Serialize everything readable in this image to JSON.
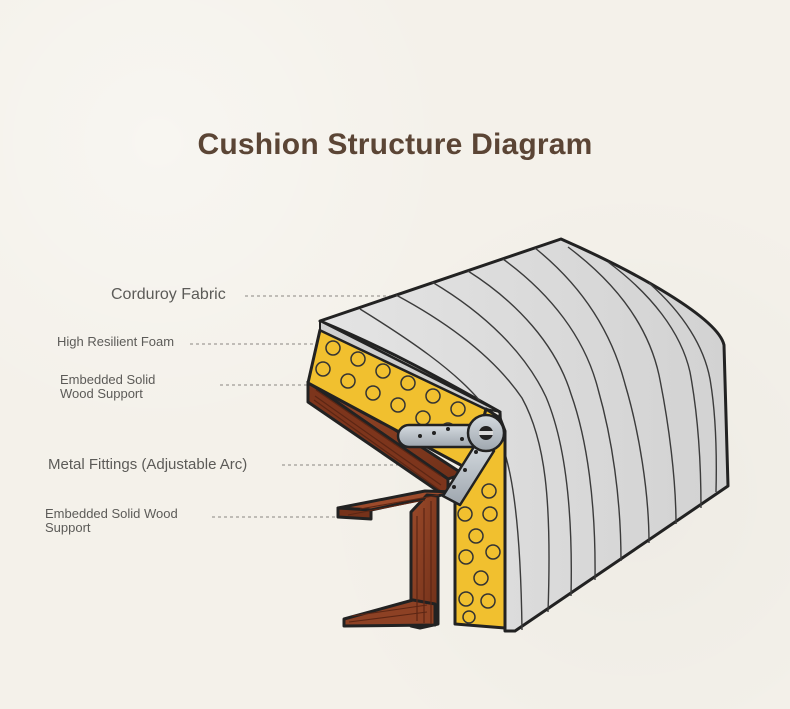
{
  "title": "Cushion Structure Diagram",
  "labels": {
    "fabric": "Corduroy Fabric",
    "foam": "High Resilient Foam",
    "wood_upper_line1": "Embedded Solid",
    "wood_upper_line2": "Wood Support",
    "metal": "Metal Fittings (Adjustable Arc)",
    "wood_lower_line1": "Embedded Solid Wood",
    "wood_lower_line2": "Support"
  },
  "colors": {
    "background": "#f4f1ea",
    "title": "#5b4535",
    "fabric": "#d9d9d9",
    "foam": "#f2c230",
    "wood": "#8b3f22",
    "metal": "#b8c0c8",
    "outline": "#222222"
  }
}
